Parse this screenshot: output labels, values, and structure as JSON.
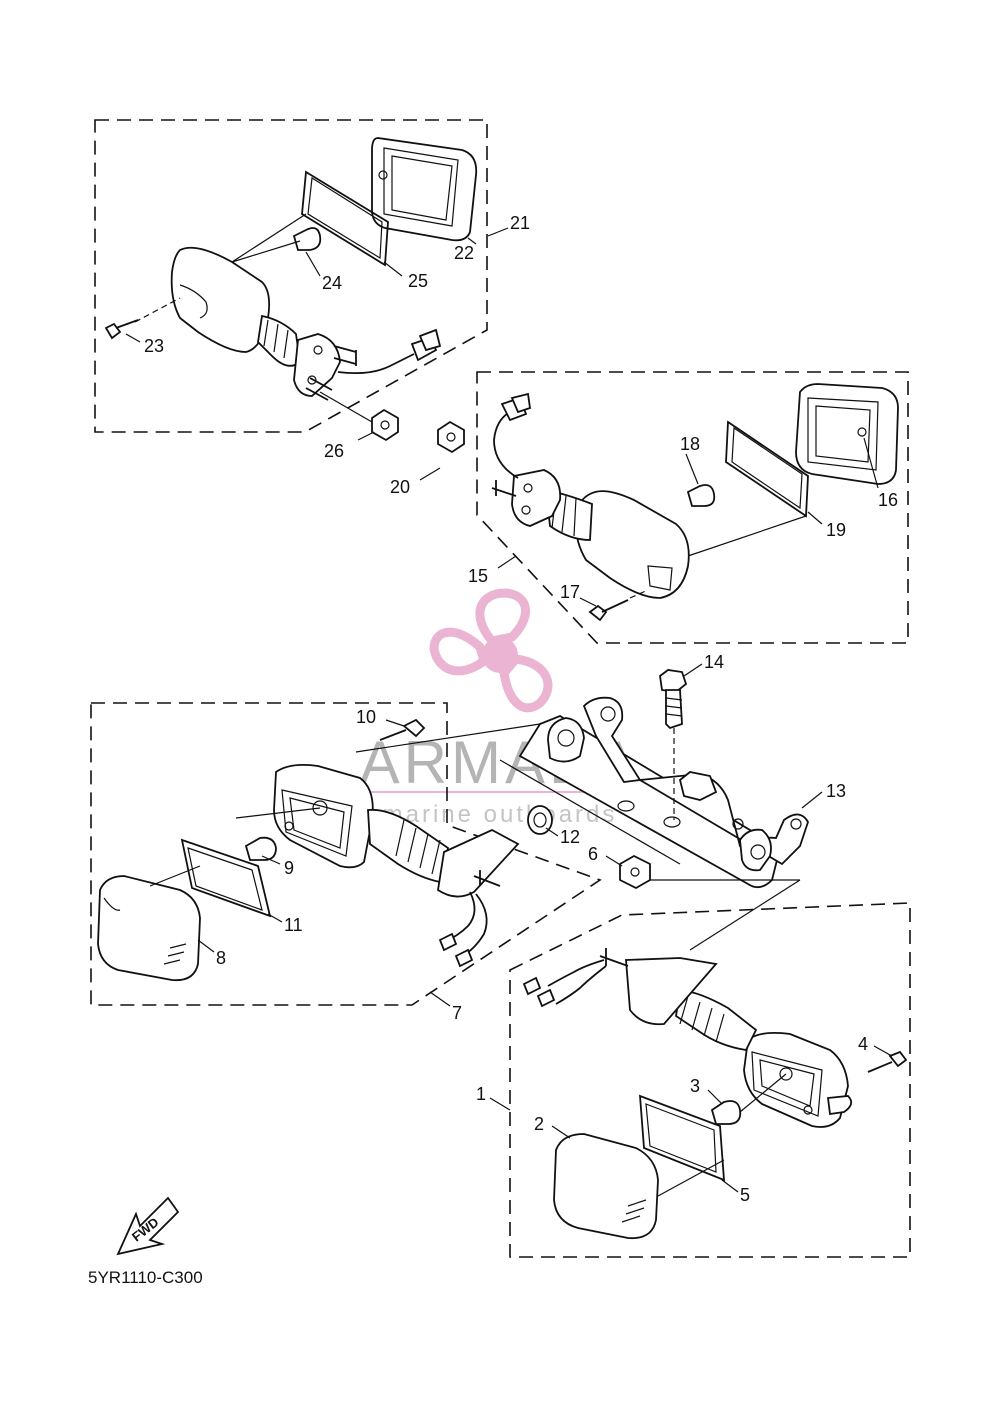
{
  "diagram_code": "5YR1110-C300",
  "fwd_label": "FWD",
  "watermark": {
    "title": "ARMADA",
    "subtitle": "marine outboards",
    "color": "#e8a8cc",
    "title_color": "#8a8a8a"
  },
  "callouts": [
    "1",
    "2",
    "3",
    "4",
    "5",
    "6",
    "7",
    "8",
    "9",
    "10",
    "11",
    "12",
    "13",
    "14",
    "15",
    "16",
    "17",
    "18",
    "19",
    "20",
    "21",
    "22",
    "23",
    "24",
    "25",
    "26"
  ]
}
